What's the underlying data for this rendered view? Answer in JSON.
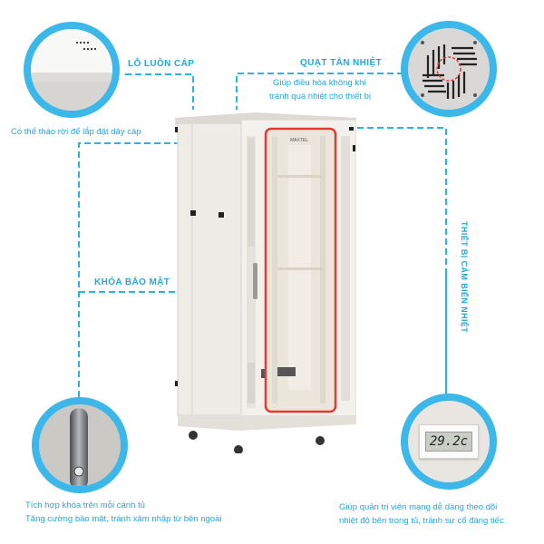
{
  "accent_color": "#29b6e8",
  "frame_color": "#e43b30",
  "callouts": {
    "cable_hole": {
      "title": "LỖ LUỒN CÁP",
      "icon": "cable-hole-closeup"
    },
    "removable": {
      "description": "Có thể tháo rời để lắp đặt dây cáp"
    },
    "fan": {
      "title": "QUẠT TẢN NHIỆT",
      "description_line1": "Giúp điều hòa không khí",
      "description_line2": "tránh quá nhiệt cho thiết bị",
      "icon": "cooling-fan-closeup"
    },
    "lock": {
      "title": "KHÓA BẢO MẬT",
      "description_line1": "Tích hợp khóa trên mỗi cánh tủ",
      "description_line2": "Tăng cường bảo mật, tránh xâm nhập từ bên ngoài",
      "icon": "door-lock-closeup"
    },
    "sensor": {
      "title": "THIẾT BỊ CẢM BIẾN NHIỆT",
      "description_line1": "Giúp quản trị viên mạng dễ dàng theo dõi",
      "description_line2": "nhiệt độ bên trong tủ, tránh sự cố đáng tiếc",
      "display_value": "29.2c",
      "icon": "temperature-sensor-closeup"
    }
  },
  "cabinet": {
    "brand": "MAXTEL",
    "icon": "server-rack-cabinet"
  }
}
